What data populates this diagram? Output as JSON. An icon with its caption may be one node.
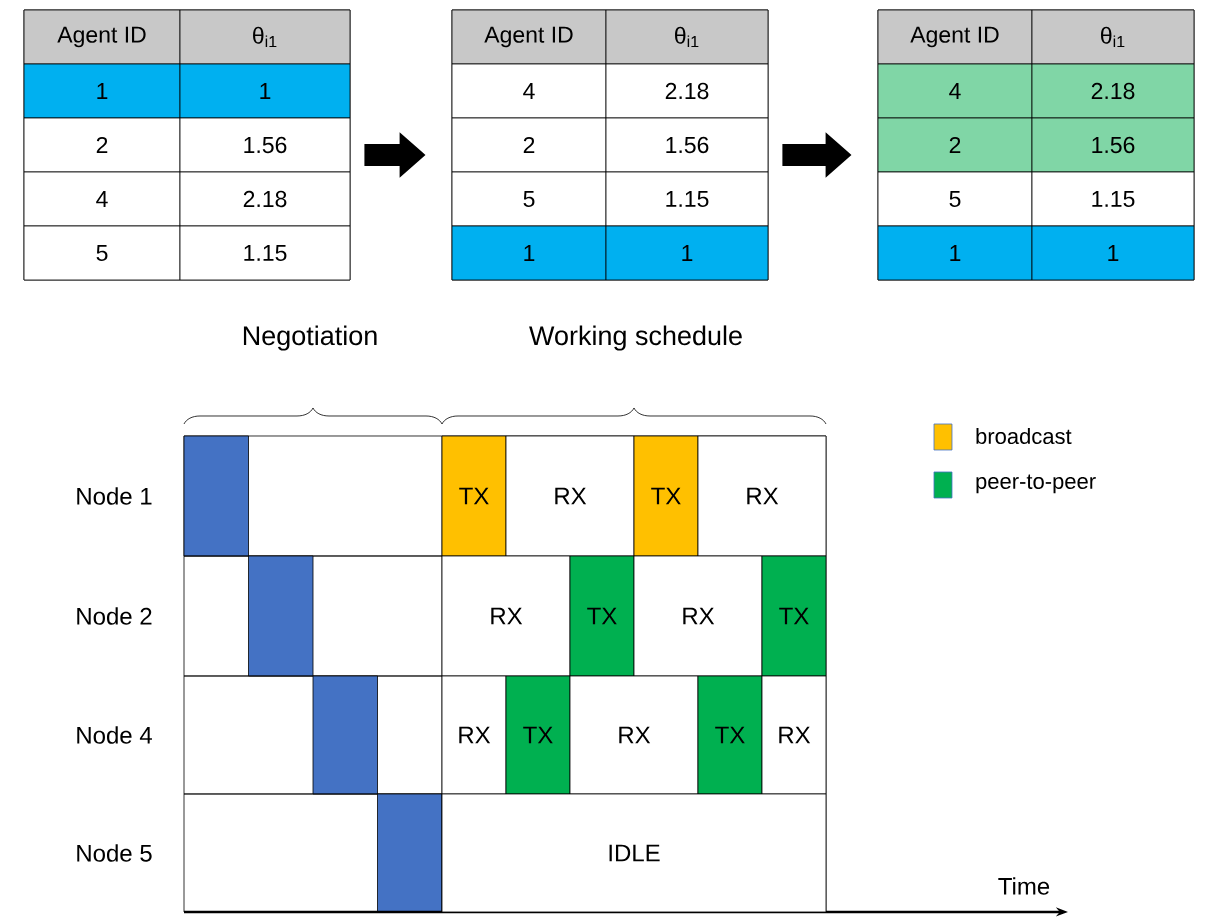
{
  "diagram": {
    "nodes": [
      {
        "text": [
          "Agent ID",
          "θ$_{i1}$",
          "1",
          "1",
          "2",
          "1.56",
          "4",
          "2.18",
          "5",
          "1.15"
        ]
      },
      {
        "text": [
          "Agent ID",
          "θ$_{i1}$",
          "4",
          "2.18",
          "2",
          "1.56",
          "5",
          "1.15",
          "1",
          "1"
        ]
      },
      {
        "text": [
          "Agent ID",
          "θ$_{i1}$",
          "4",
          "2.18",
          "2",
          "1.56",
          "5",
          "1.15",
          "1",
          "1"
        ]
      }
    ],
    "edges": [
      {
        "from": 0,
        "to": 1,
        "arrow": "to"
      },
      {
        "from": 1,
        "to": 2,
        "arrow": "to"
      }
    ],
    "labels": [
      "Negotiation",
      "Working schedule",
      "Node 1",
      "TX",
      "RX",
      "TX",
      "RX",
      "Node 2",
      "RX",
      "TX",
      "RX",
      "TX",
      "Node 4",
      "RX",
      "TX",
      "RX",
      "TX",
      "RX",
      "Node 5",
      "IDLE",
      "Time"
    ],
    "legend": [
      {
        "text": "broadcast",
        "color": "#ffc000"
      },
      {
        "text": "peer-to-peer",
        "color": "#00b050"
      }
    ]
  }
}
